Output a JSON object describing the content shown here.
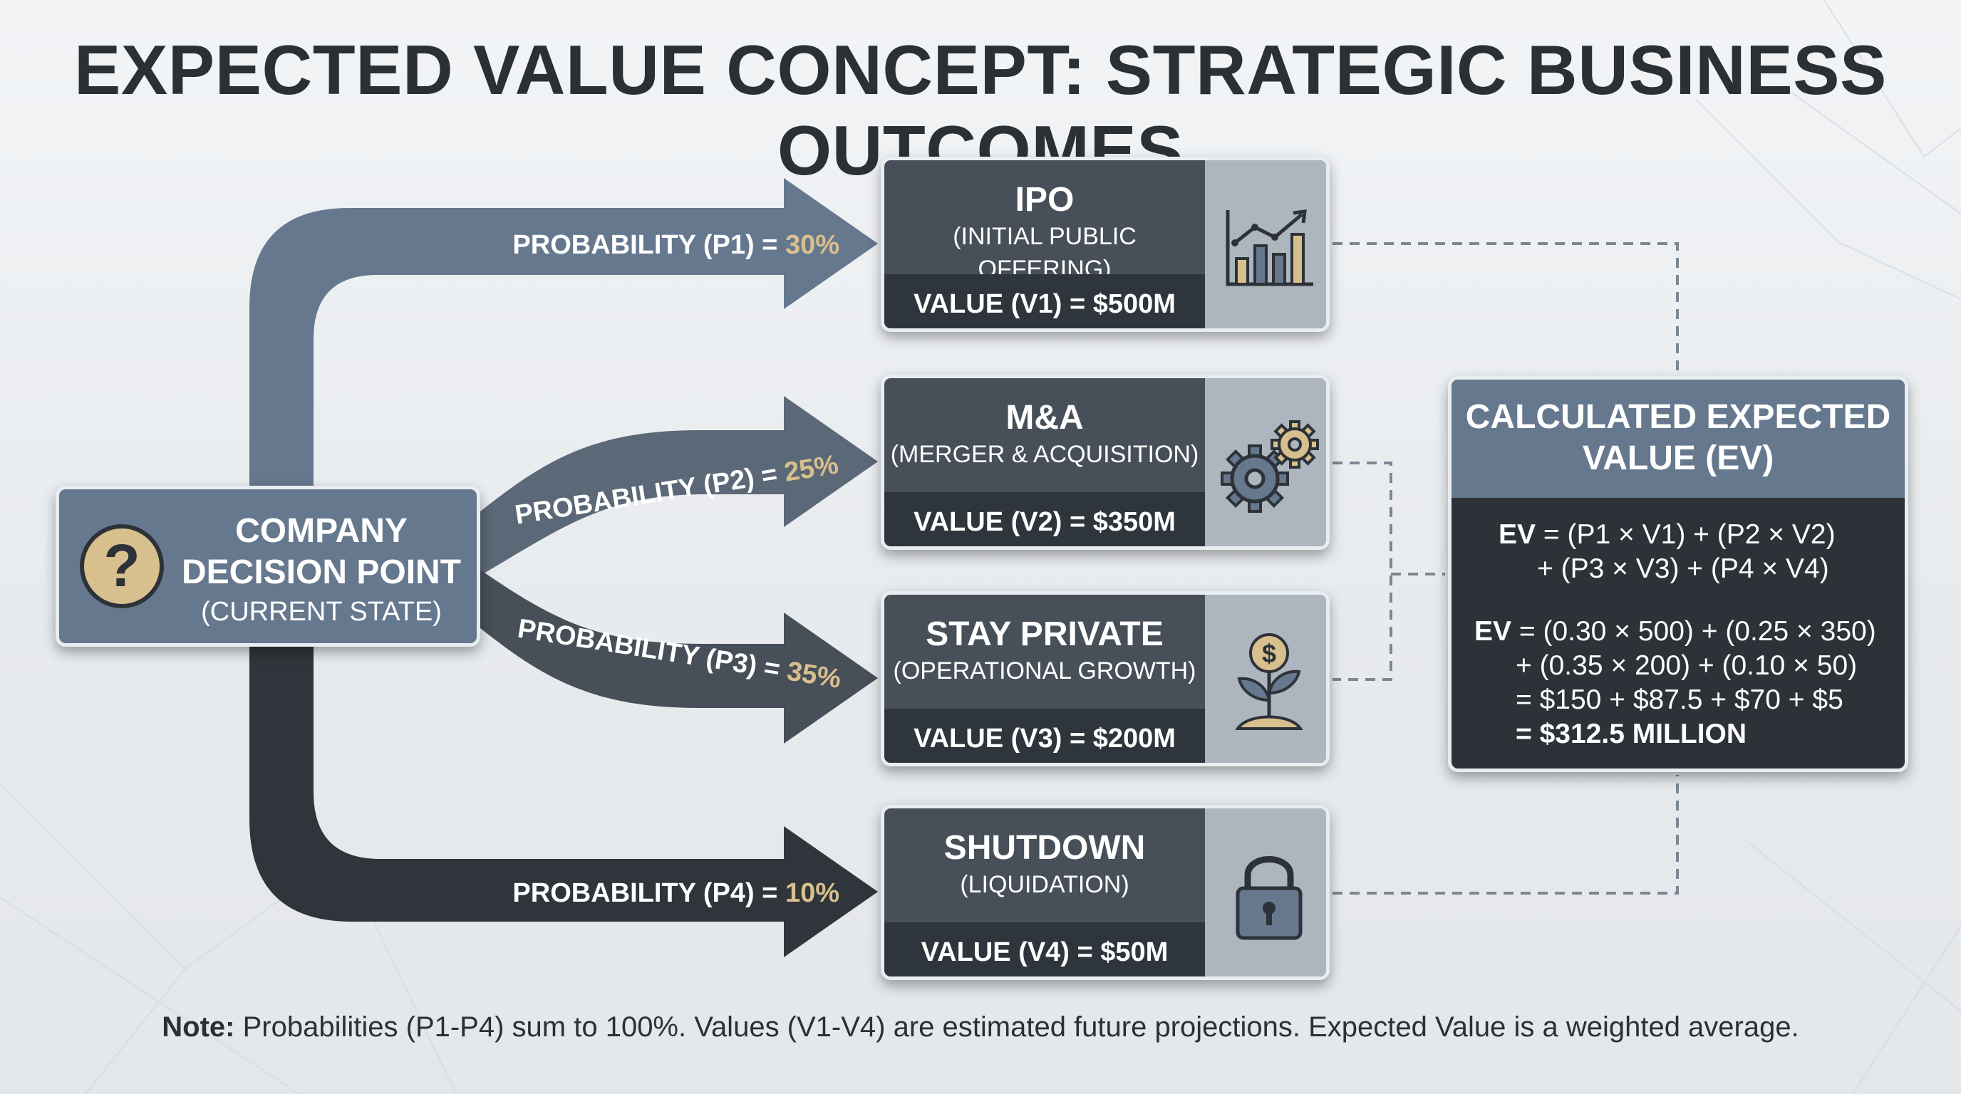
{
  "title": "EXPECTED VALUE CONCEPT: STRATEGIC BUSINESS OUTCOMES",
  "decision": {
    "title_line1": "COMPANY",
    "title_line2": "DECISION POINT",
    "subtitle": "(CURRENT STATE)",
    "icon": "question-mark-icon"
  },
  "branches": [
    {
      "label": "PROBABILITY (P1) = ",
      "value": "30%"
    },
    {
      "label": "PROBABILITY (P2) = ",
      "value": "25%"
    },
    {
      "label": "PROBABILITY (P3) = ",
      "value": "35%"
    },
    {
      "label": "PROBABILITY (P4) = ",
      "value": "10%"
    }
  ],
  "outcomes": [
    {
      "name": "IPO",
      "subtitle": "(INITIAL PUBLIC OFFERING)",
      "value": "VALUE (V1) = $500M",
      "icon": "growth-chart-icon"
    },
    {
      "name": "M&A",
      "subtitle": "(MERGER & ACQUISITION)",
      "value": "VALUE (V2) = $350M",
      "icon": "gears-icon"
    },
    {
      "name": "STAY PRIVATE",
      "subtitle": "(OPERATIONAL GROWTH)",
      "value": "VALUE (V3) = $200M",
      "icon": "money-plant-icon"
    },
    {
      "name": "SHUTDOWN",
      "subtitle": "(LIQUIDATION)",
      "value": "VALUE (V4) = $50M",
      "icon": "padlock-icon"
    }
  ],
  "ev": {
    "title_line1": "CALCULATED EXPECTED",
    "title_line2": "VALUE (EV)",
    "formula_label": "EV",
    "formula_line1": " = (P1 × V1) + (P2 × V2)",
    "formula_line2": "+ (P3 × V3) + (P4 × V4)",
    "calc_label": "EV",
    "calc_line1": " = (0.30 × 500) + (0.25 × 350)",
    "calc_line2": "+ (0.35 × 200) + (0.10 × 50)",
    "calc_line3": "= $150 + $87.5 + $70 + $5",
    "result": "= $312.5 MILLION"
  },
  "note": {
    "label": "Note:",
    "text": " Probabilities (P1-P4) sum to 100%. Values (V1-V4) are estimated future projections. Expected Value is a weighted average."
  },
  "colors": {
    "gold": "#d8c08e",
    "branch_top": "#66788e",
    "branch_mid": "#4c5661",
    "branch_bottom": "#343a41"
  }
}
